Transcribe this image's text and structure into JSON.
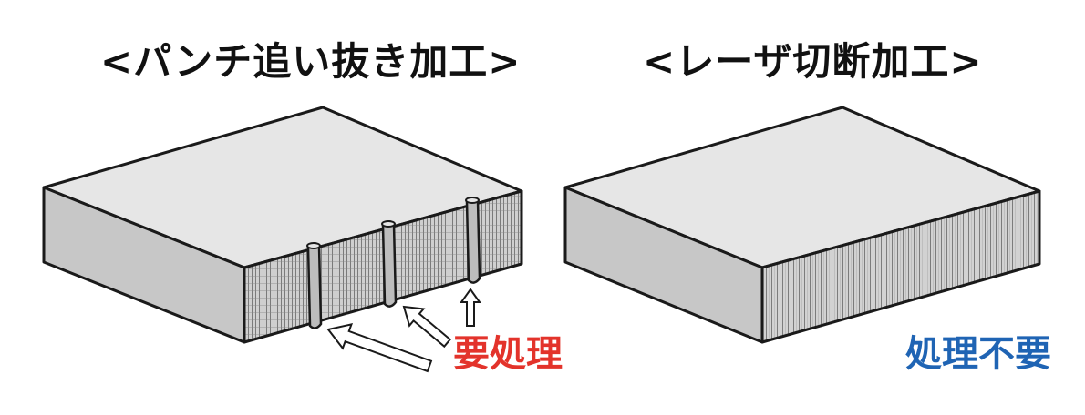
{
  "left_panel": {
    "title": "<パンチ追い抜き加工>",
    "label": "要処理",
    "label_color": "#e3332b"
  },
  "right_panel": {
    "title": "<レーザ切断加工>",
    "label": "処理不要",
    "label_color": "#1f64b4"
  },
  "colors": {
    "top_face": "#e6e6e6",
    "front_face": "#c4c4c4",
    "side_face": "#d4d4d4",
    "stroke": "#1a1a1a"
  },
  "icons": [
    "arrow-icon",
    "arrow-icon",
    "arrow-icon"
  ]
}
